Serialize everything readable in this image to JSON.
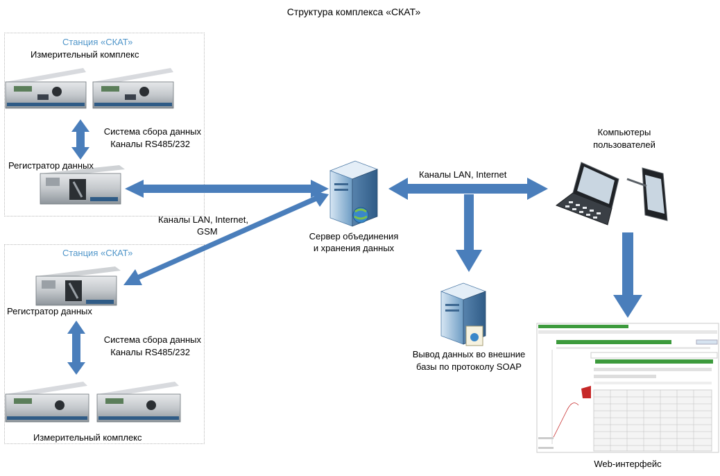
{
  "title": "Структура комплекса «СКАТ»",
  "station_top": {
    "title": "Станция «СКАТ»",
    "complex_label": "Измерительный комплекс",
    "collection_line1": "Система сбора данных",
    "collection_line2": "Каналы RS485/232",
    "registrar_label": "Регистратор данных"
  },
  "station_bottom": {
    "title": "Станция «СКАТ»",
    "registrar_label": "Регистратор данных",
    "collection_line1": "Система сбора данных",
    "collection_line2": "Каналы RS485/232",
    "complex_label": "Измерительный комплекс"
  },
  "link_left_line1": "Каналы LAN, Internet,",
  "link_left_line2": "GSM",
  "link_right": "Каналы LAN, Internet",
  "server_line1": "Сервер объединения",
  "server_line2": "и хранения данных",
  "users_line1": "Компьютеры",
  "users_line2": "пользователей",
  "export_line1": "Вывод данных во внешние",
  "export_line2": "базы по протоколу SOAP",
  "web_label": "Web-интерфейс",
  "colors": {
    "arrow": "#4a7ebb",
    "station_title": "#4f95c9"
  }
}
